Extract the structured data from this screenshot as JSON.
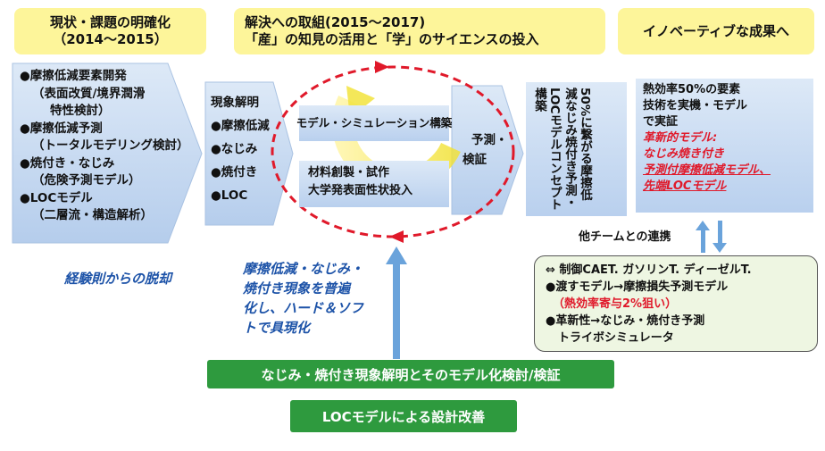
{
  "headers": {
    "h1_line1": "現状・課題の明確化",
    "h1_line2": "（2014～2015）",
    "h2_line1": "解決への取組(2015～2017)",
    "h2_line2": "「産」の知見の活用と「学」のサイエンスの投入",
    "h3": "イノベーティブな成果へ"
  },
  "current_issues": {
    "items": [
      {
        "title": "摩擦低減要素開発",
        "sub": [
          "（表面改質/境界潤滑",
          "特性検討）"
        ]
      },
      {
        "title": "摩擦低減予測",
        "sub": [
          "（トータルモデリング検討）"
        ]
      },
      {
        "title": "焼付き・なじみ",
        "sub": [
          "（危険予測モデル）"
        ]
      },
      {
        "title": "LOCモデル",
        "sub": [
          "（二層流・構造解析）"
        ]
      }
    ]
  },
  "phenomena": {
    "title": "現象解明",
    "items": [
      "摩擦低減",
      "なじみ",
      "焼付き",
      "LOC"
    ]
  },
  "approach": {
    "model_sim": "モデル・シミュレーション構築",
    "material_line1": "材料創製・試作",
    "material_line2": "大学発表面性状投入"
  },
  "prediction": {
    "line1": "予測・",
    "line2": "検証"
  },
  "vertical_text": "50%に繋がる摩擦低減なじみ焼付き予測・LOCモデルコンセプト構築",
  "results": {
    "line1": "熱効率50%の要素",
    "line2": "技術を実機・モデル",
    "line3": "で実証",
    "red1": "革新的モデル:",
    "red2": "なじみ焼き付き",
    "red3": "予測付摩擦低減モデル、",
    "red4": "先端LOCモデル"
  },
  "coop_label": "他チームとの連携",
  "coop_box": {
    "line1": "⇔ 制御CAET. ガソリンT. ディーゼルT.",
    "line2": "●渡すモデル→摩擦損失予測モデル",
    "line3": "（熱効率寄与2%狙い）",
    "line4": "●革新性→なじみ・焼付き予測",
    "line5": "トライボシミュレータ"
  },
  "empirical": "経験則からの脱却",
  "generalize": {
    "line1": "摩擦低減・なじみ・",
    "line2": "焼付き現象を普遍",
    "line3": "化し、ハード＆ソフ",
    "line4": "トで具現化"
  },
  "green": {
    "box1": "なじみ・焼付き現象解明とそのモデル化検討/検証",
    "box2": "LOCモデルによる設計改善"
  },
  "colors": {
    "header_yellow": "#fdf59a",
    "box_blue": "#c9dbf2",
    "arrow_blue": "#6aa3db",
    "loop_red": "#e0192a",
    "green": "#2e9a3e",
    "coop_bg": "#eef6e2"
  }
}
